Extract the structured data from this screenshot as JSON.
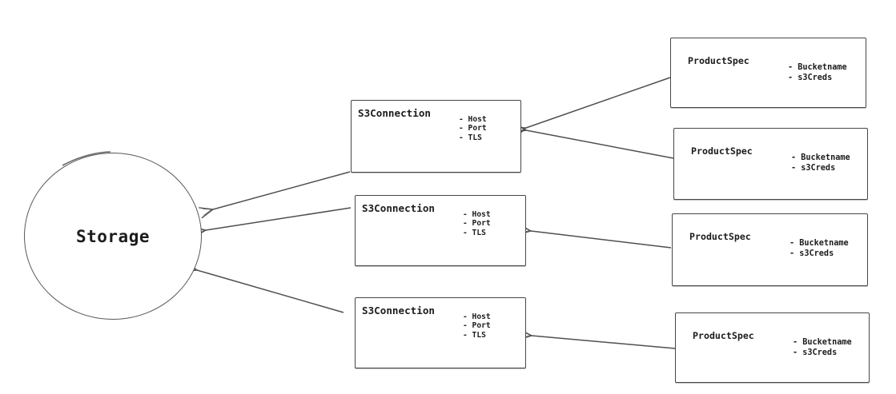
{
  "diagram": {
    "background": "#ffffff",
    "stroke_color": "#4f4f4f",
    "text_color": "#1c1c1c",
    "storage_node": {
      "label": "Storage"
    },
    "s3_connection_nodes": [
      {
        "title": "S3Connection",
        "attributes": [
          "- Host",
          "- Port",
          "- TLS"
        ]
      },
      {
        "title": "S3Connection",
        "attributes": [
          "- Host",
          "- Port",
          "- TLS"
        ]
      },
      {
        "title": "S3Connection",
        "attributes": [
          "- Host",
          "- Port",
          "- TLS"
        ]
      }
    ],
    "product_spec_nodes": [
      {
        "title": "ProductSpec",
        "attributes": [
          "- Bucketname",
          "- s3Creds"
        ]
      },
      {
        "title": "ProductSpec",
        "attributes": [
          "- Bucketname",
          "- s3Creds"
        ]
      },
      {
        "title": "ProductSpec",
        "attributes": [
          "- Bucketname",
          "- s3Creds"
        ]
      },
      {
        "title": "ProductSpec",
        "attributes": [
          "- Bucketname",
          "- s3Creds"
        ]
      }
    ],
    "edges": [
      {
        "from": "product-spec-1",
        "to": "s3-connection-1"
      },
      {
        "from": "product-spec-2",
        "to": "s3-connection-1"
      },
      {
        "from": "product-spec-3",
        "to": "s3-connection-2"
      },
      {
        "from": "product-spec-4",
        "to": "s3-connection-3"
      },
      {
        "from": "s3-connection-1",
        "to": "storage"
      },
      {
        "from": "s3-connection-2",
        "to": "storage"
      },
      {
        "from": "s3-connection-3",
        "to": "storage"
      }
    ]
  }
}
